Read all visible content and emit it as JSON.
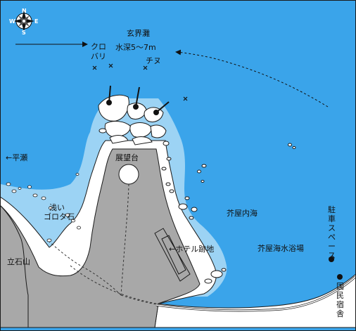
{
  "compass": {
    "n": "N",
    "s": "S",
    "e": "E",
    "w": "W"
  },
  "labels": {
    "sea": "玄界灘",
    "depth": "水深5～7m",
    "kuro": "クロ",
    "bari": "バリ",
    "chinu": "チヌ",
    "hirase": "←平瀬",
    "tenbodai": "展望台",
    "asai": "浅い",
    "gorota": "ゴロタ石",
    "tateishi": "立石山",
    "keya_inner": "芥屋内海",
    "hotel": "←ホテル跡地",
    "beach": "芥屋海水浴場",
    "parking": "駐車スペース",
    "lodge": "国民宿舎"
  },
  "colors": {
    "sea": "#3aa4ea",
    "shallow": "#9cd3f4",
    "land": "#a8a8a8",
    "sand": "#ffffff",
    "border": "#1a1a1a"
  }
}
